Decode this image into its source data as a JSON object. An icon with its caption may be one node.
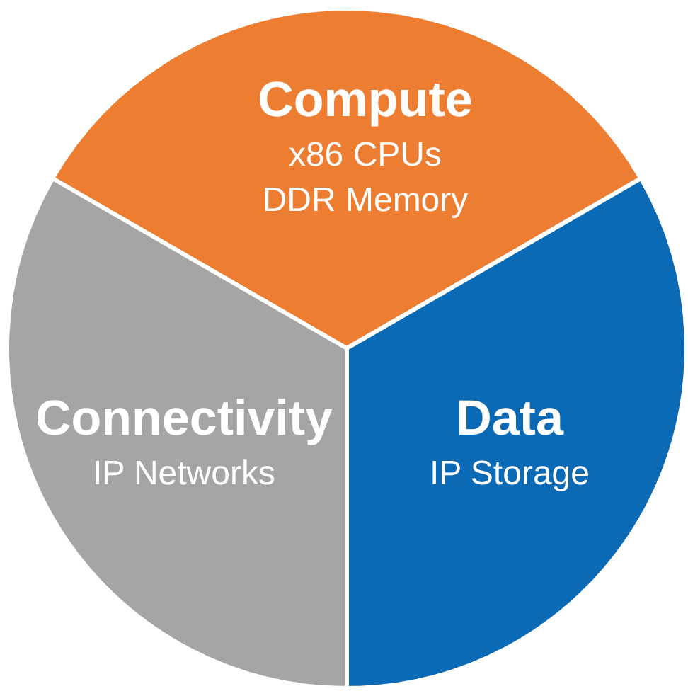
{
  "diagram": {
    "nodes": [
      {
        "text": [
          "Compute",
          "x86 CPUs",
          "DDR Memory"
        ]
      },
      {
        "text": [
          "Connectivity",
          "IP Networks"
        ]
      },
      {
        "text": [
          "Data",
          "IP Storage"
        ]
      }
    ]
  }
}
